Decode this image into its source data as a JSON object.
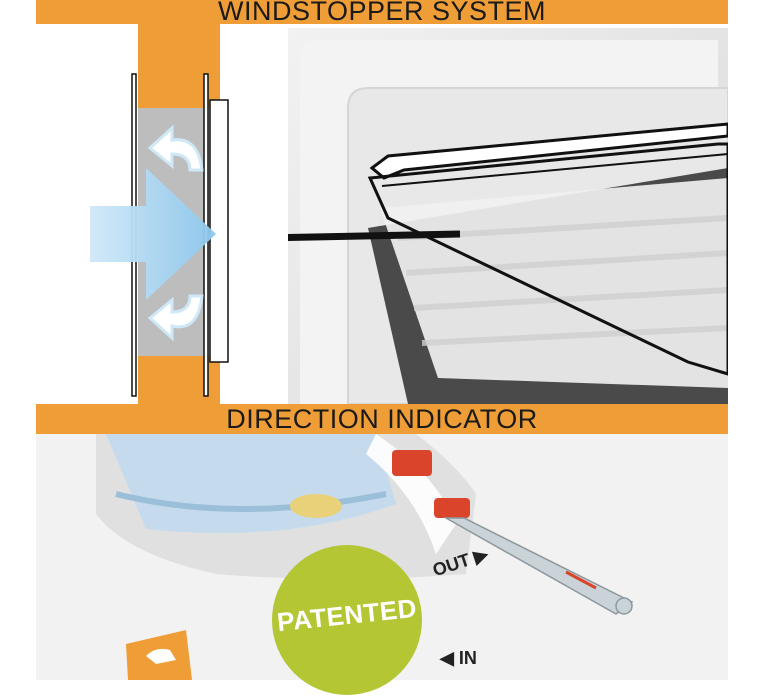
{
  "headings": {
    "top": "WINDSTOPPER SYSTEM",
    "middle": "DIRECTION INDICATOR"
  },
  "badge": {
    "text": "PATENTED"
  },
  "indicator": {
    "out_label": "OUT",
    "in_label": "IN"
  },
  "colors": {
    "banner": "#ef9d37",
    "badge": "#b4c633",
    "indicator_red": "#d9442a"
  }
}
